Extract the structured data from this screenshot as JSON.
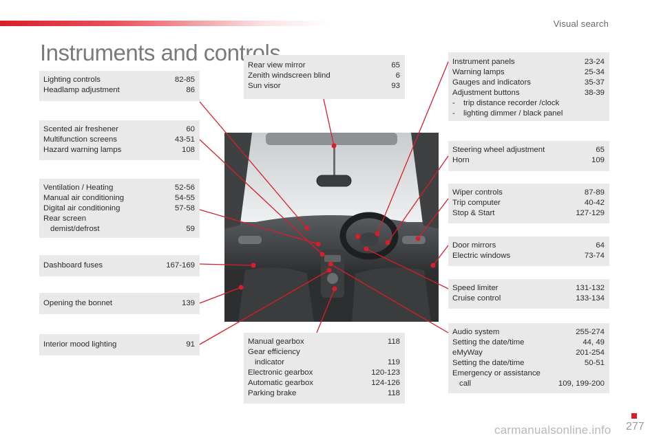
{
  "header": {
    "section_label": "Visual search"
  },
  "page_title": "Instruments and controls",
  "boxes": {
    "lighting": [
      {
        "label": "Lighting controls",
        "page": "82-85"
      },
      {
        "label": "Headlamp adjustment",
        "page": "86"
      }
    ],
    "scented": [
      {
        "label": "Scented air freshener",
        "page": "60"
      },
      {
        "label": "Multifunction screens",
        "page": "43-51"
      },
      {
        "label": "Hazard warning lamps",
        "page": "108"
      }
    ],
    "ventilation": [
      {
        "label": "Ventilation / Heating",
        "page": "52-56"
      },
      {
        "label": "Manual air conditioning",
        "page": "54-55"
      },
      {
        "label": "Digital air conditioning",
        "page": "57-58"
      },
      {
        "label": "Rear screen",
        "page": ""
      },
      {
        "label": "demist/defrost",
        "page": "59"
      }
    ],
    "fuses": [
      {
        "label": "Dashboard fuses",
        "page": "167-169"
      }
    ],
    "bonnet": [
      {
        "label": "Opening the bonnet",
        "page": "139"
      }
    ],
    "mood": [
      {
        "label": "Interior mood lighting",
        "page": "91"
      }
    ],
    "mirror": [
      {
        "label": "Rear view mirror",
        "page": "65"
      },
      {
        "label": "Zenith windscreen blind",
        "page": "6"
      },
      {
        "label": "Sun visor",
        "page": "93"
      }
    ],
    "gearbox": [
      {
        "label": "Manual gearbox",
        "page": "118"
      },
      {
        "label": "Gear efficiency",
        "page": ""
      },
      {
        "label": "indicator",
        "page": "119"
      },
      {
        "label": "Electronic gearbox",
        "page": "120-123"
      },
      {
        "label": "Automatic gearbox",
        "page": "124-126"
      },
      {
        "label": "Parking brake",
        "page": "118"
      }
    ],
    "instruments": [
      {
        "label": "Instrument panels",
        "page": "23-24"
      },
      {
        "label": "Warning lamps",
        "page": "25-34"
      },
      {
        "label": "Gauges and indicators",
        "page": "35-37"
      },
      {
        "label": "Adjustment buttons",
        "page": "38-39"
      },
      {
        "label": "trip distance recorder /clock",
        "page": ""
      },
      {
        "label": "lighting dimmer / black panel",
        "page": ""
      }
    ],
    "steering": [
      {
        "label": "Steering wheel adjustment",
        "page": "65"
      },
      {
        "label": "Horn",
        "page": "109"
      }
    ],
    "wiper": [
      {
        "label": "Wiper controls",
        "page": "87-89"
      },
      {
        "label": "Trip computer",
        "page": "40-42"
      },
      {
        "label": "Stop & Start",
        "page": "127-129"
      }
    ],
    "doors": [
      {
        "label": "Door mirrors",
        "page": "64"
      },
      {
        "label": "Electric windows",
        "page": "73-74"
      }
    ],
    "speed": [
      {
        "label": "Speed limiter",
        "page": "131-132"
      },
      {
        "label": "Cruise control",
        "page": "133-134"
      }
    ],
    "audio": [
      {
        "label": "Audio system",
        "page": "255-274"
      },
      {
        "label": "Setting the date/time",
        "page": "44, 49"
      },
      {
        "label": "eMyWay",
        "page": "201-254"
      },
      {
        "label": "Setting the date/time",
        "page": "50-51"
      },
      {
        "label": "Emergency or assistance",
        "page": ""
      },
      {
        "label": "call",
        "page": "109, 199-200"
      }
    ]
  },
  "footer": {
    "page_number": "277",
    "watermark": "carmanualsonline.info"
  },
  "colors": {
    "accent": "#d81e2a",
    "box_bg": "#e9e9e9",
    "leader": "#d81e2a"
  }
}
